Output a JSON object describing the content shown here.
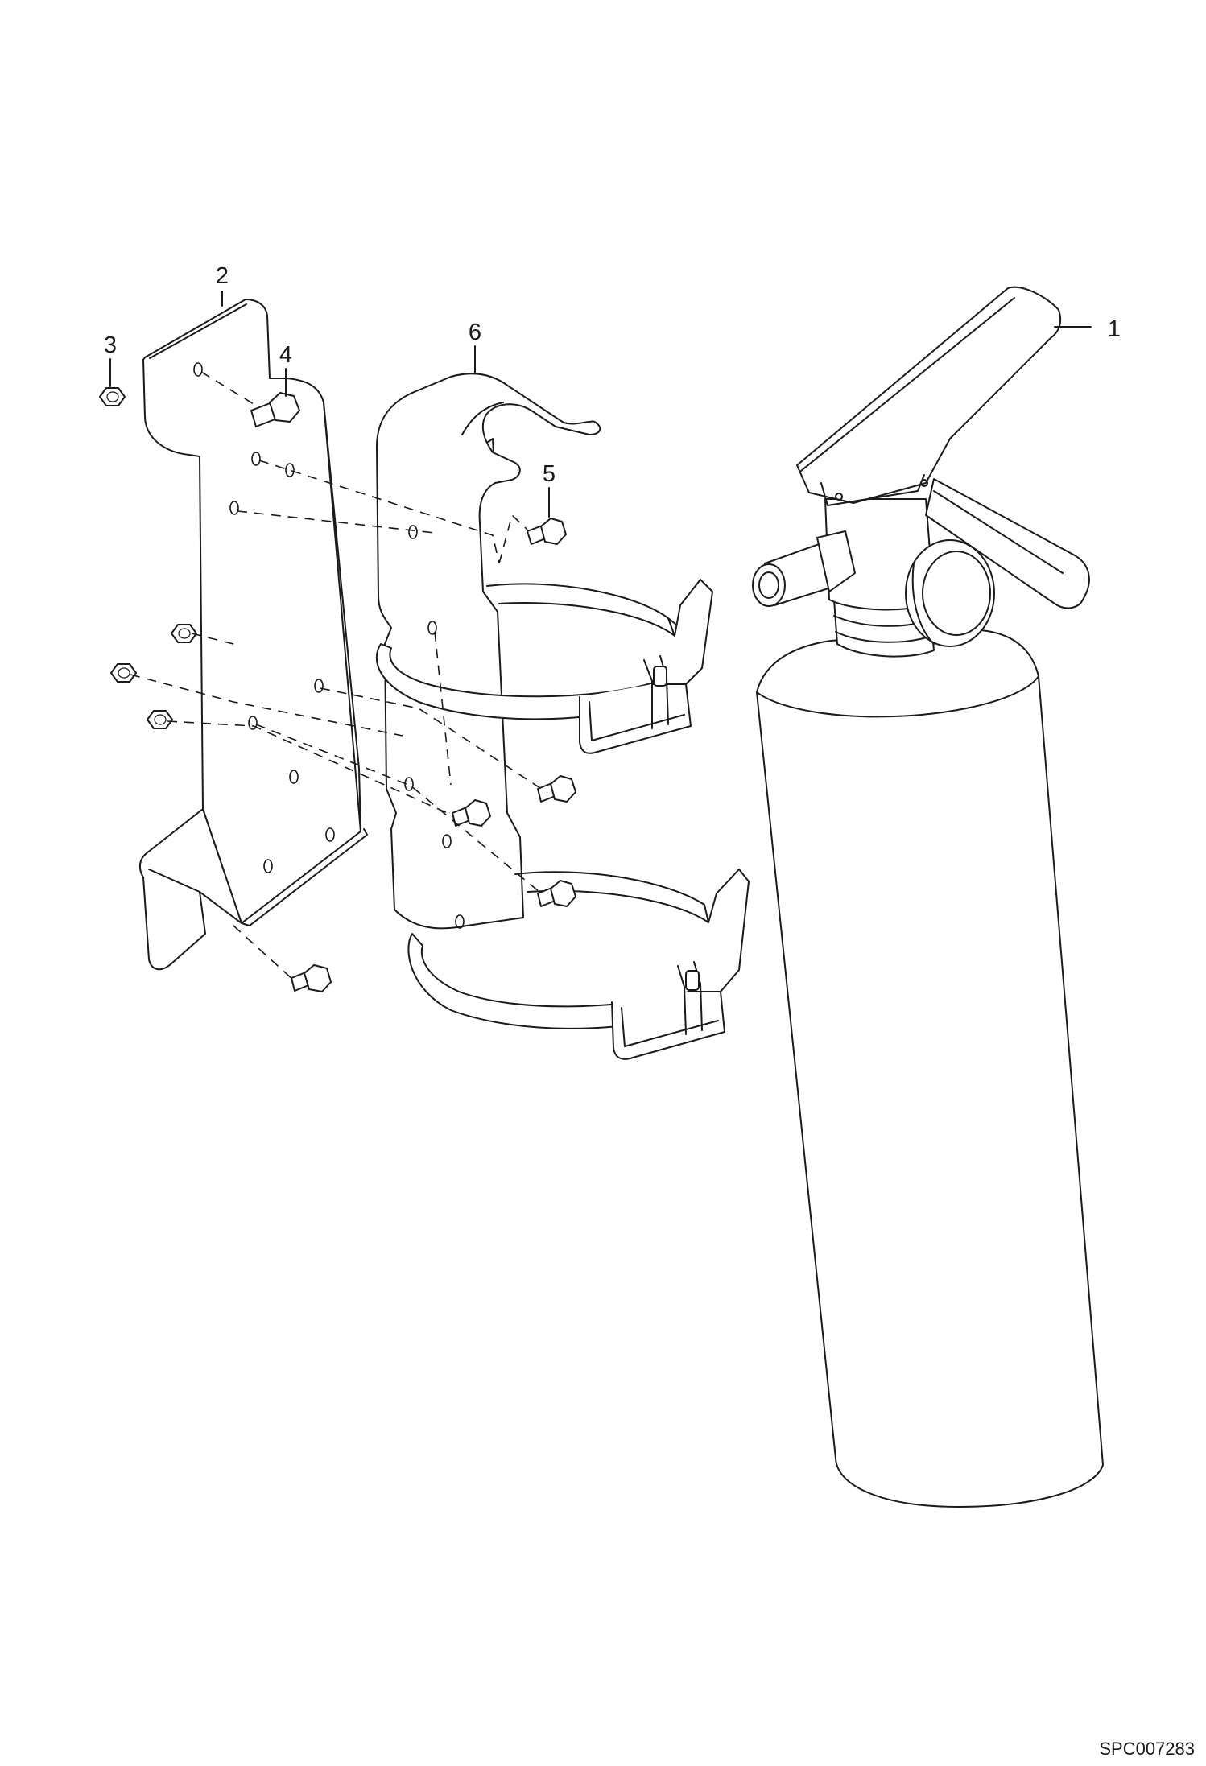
{
  "diagram": {
    "callouts": [
      {
        "id": "extinguisher",
        "label": "1"
      },
      {
        "id": "wall-bracket",
        "label": "2"
      },
      {
        "id": "nut",
        "label": "3"
      },
      {
        "id": "bracket-screw",
        "label": "4"
      },
      {
        "id": "holder-screw",
        "label": "5"
      },
      {
        "id": "extinguisher-holder",
        "label": "6"
      }
    ],
    "figure_code": "SPC007283"
  },
  "colors": {
    "line": "#1a1a1a",
    "background": "#ffffff"
  }
}
